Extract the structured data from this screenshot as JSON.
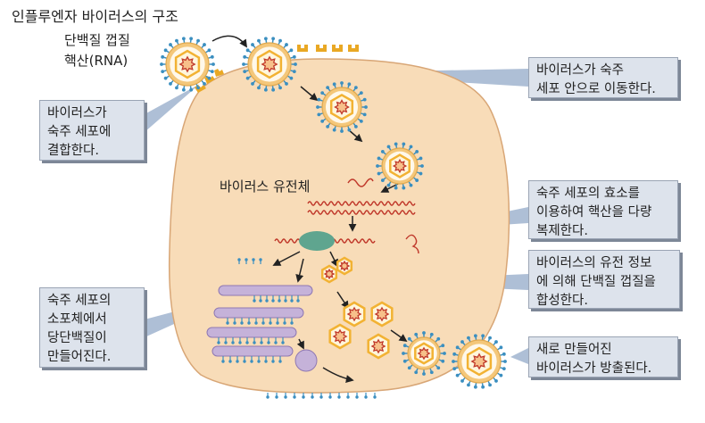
{
  "title": "인플루엔자 바이러스의 구조",
  "legend": {
    "capsid": "단백질 껍질",
    "nucleic_acid": "핵산(RNA)"
  },
  "labels": {
    "viral_genome": "바이러스 유전체"
  },
  "callouts": {
    "bind": "바이러스가\n숙주 세포에\n결합한다.",
    "enter": "바이러스가 숙주\n세포 안으로 이동한다.",
    "replicate": "숙주 세포의 효소를\n이용하여 핵산을 다량\n복제한다.",
    "synthesize": "바이러스의 유전 정보\n에 의해 단백질 껍질을\n합성한다.",
    "glycoprotein": "숙주 세포의\n소포체에서\n당단백질이\n만들어진다.",
    "release": "새로 만들어진\n바이러스가 방출된다."
  },
  "colors": {
    "cell_fill": "#f8dcb8",
    "cell_stroke": "#d8a676",
    "envelope": "#f4c77a",
    "spike": "#3b8fc0",
    "capsid": "#f2b233",
    "rna": "#c0392b",
    "er": "#c5b2d9",
    "pointer": "#aebfd6"
  }
}
